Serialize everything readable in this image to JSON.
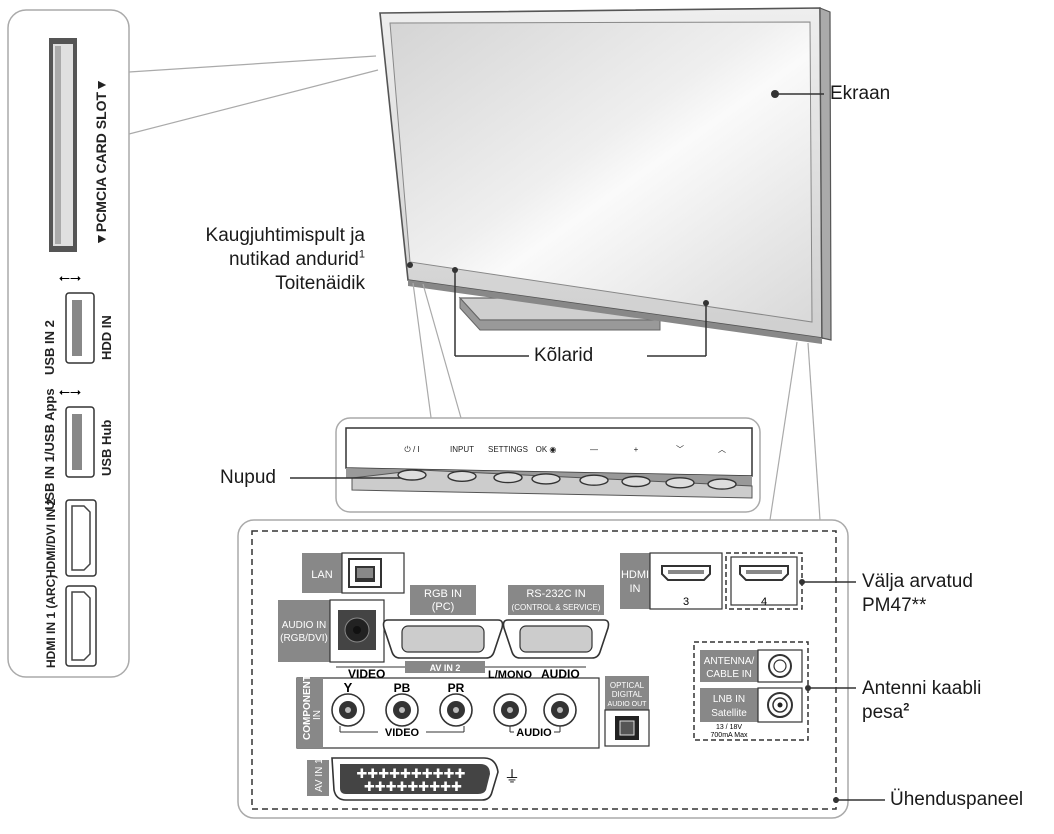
{
  "labels": {
    "ekraan": "Ekraan",
    "remote_line1": "Kaugjuhtimispult ja",
    "remote_line2": "nutikad andurid",
    "remote_sup": "1",
    "toitenaidik": "Toitenäidik",
    "kolarid": "Kõlarid",
    "nupud": "Nupud",
    "valja_line1": "Välja arvatud",
    "valja_line2": "PM47**",
    "antenni_line1": "Antenni kaabli",
    "antenni_line2": "pesa",
    "antenni_sup": "2",
    "uhenduspaneel": "Ühenduspaneel"
  },
  "side_panel": {
    "pcmcia": "▼PCMCIA CARD SLOT▼",
    "usb2": "USB IN 2",
    "hddin": "HDD IN",
    "usb1": "USB IN 1/USB Apps",
    "usbhub": "USB Hub",
    "hdmi2": "HDMI/DVI IN 2",
    "hdmi1": "HDMI IN 1 (ARC)"
  },
  "buttons": [
    "⏻ / I",
    "INPUT",
    "SETTINGS",
    "OK ◉",
    "—",
    "+",
    "﹀",
    "︿"
  ],
  "panel": {
    "lan": "LAN",
    "rgb_in": "RGB IN",
    "rgb_pc": "(PC)",
    "rs232": "RS-232C IN",
    "rs232_sub": "(CONTROL & SERVICE)",
    "audio_in": "AUDIO IN",
    "audio_in_sub": "(RGB/DVI)",
    "hdmi_in_1": "HDMI",
    "hdmi_in_2": "IN",
    "hdmi_3": "3",
    "hdmi_4": "4",
    "av_in2": "AV IN 2",
    "video": "VIDEO",
    "lmono": "L/MONO",
    "audio": "AUDIO",
    "component": "COMPONENT",
    "in": "IN",
    "y": "Y",
    "pb": "PB",
    "pr": "PR",
    "video_bottom": "VIDEO",
    "audio_bottom": "AUDIO",
    "optical_1": "OPTICAL",
    "optical_2": "DIGITAL",
    "optical_3": "AUDIO OUT",
    "antenna_1": "ANTENNA/",
    "antenna_2": "CABLE IN",
    "lnb_1": "LNB IN",
    "lnb_2": "Satellite",
    "lnb_3": "13 / 18V",
    "lnb_4": "700mA Max",
    "av_in1": "AV IN 1"
  }
}
